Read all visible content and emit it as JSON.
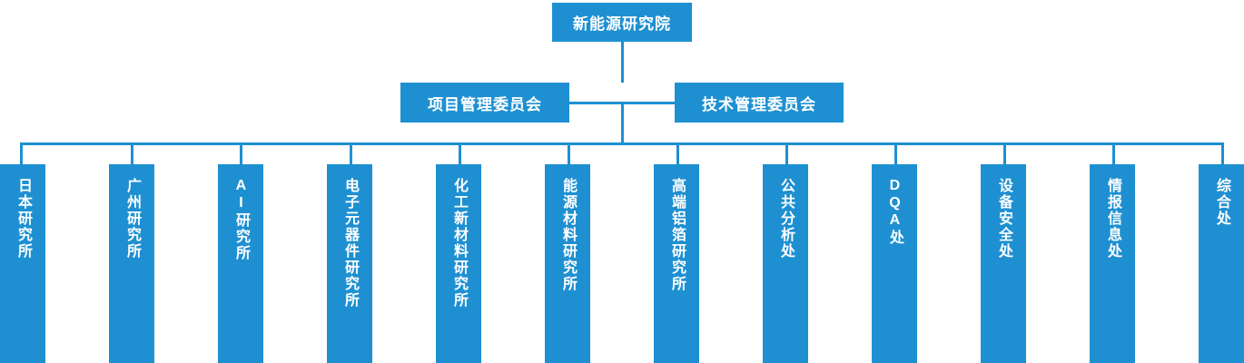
{
  "colors": {
    "node_fill": "#1E90D2",
    "node_text": "#FFFFFF",
    "connector": "#1E90D2",
    "background": "#FFFFFF"
  },
  "org_chart": {
    "root": {
      "label": "新能源研究院"
    },
    "level2": [
      {
        "label": "项目管理委员会"
      },
      {
        "label": "技术管理委员会"
      }
    ],
    "level3": [
      {
        "label": "日本研究所"
      },
      {
        "label": "广州研究所"
      },
      {
        "label": "AI研究所"
      },
      {
        "label": "电子元器件研究所"
      },
      {
        "label": "化工新材料研究所"
      },
      {
        "label": "能源材料研究所"
      },
      {
        "label": "高端铝箔研究所"
      },
      {
        "label": "公共分析处"
      },
      {
        "label": "DQA处"
      },
      {
        "label": "设备安全处"
      },
      {
        "label": "情报信息处"
      },
      {
        "label": "综合处"
      }
    ]
  }
}
